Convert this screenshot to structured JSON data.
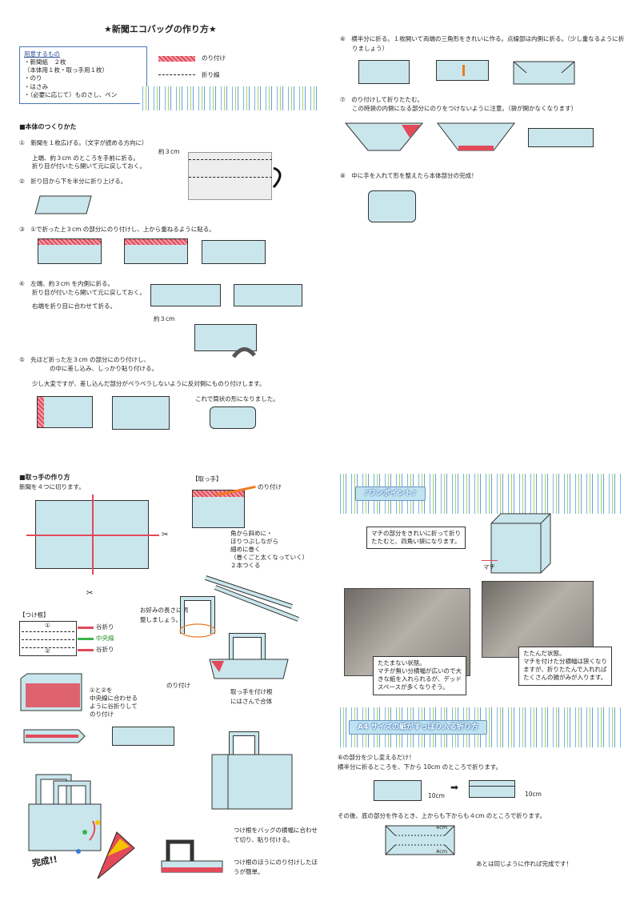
{
  "page_title": "★新聞エコバッグの作り方★",
  "supplies": {
    "heading": "用意するもの",
    "items": [
      "・新聞紙　２枚",
      "（本体用１枚・取っ手用１枚）",
      "・のり",
      "・はさみ",
      "・（必要に応じて）ものさし、ペン"
    ]
  },
  "legend": {
    "glue": "のり付け",
    "fold": "折り線"
  },
  "body_section": {
    "heading": "■本体のつくりかた",
    "step1": "①　新聞を１枚広げる。（文字が読める方向に）",
    "step1_sub1": "上端、約３cm のところを手前に折る。",
    "step1_sub2": "折り目が付いたら開いて元に戻しておく。",
    "about3cm": "約３cm",
    "step2": "②　折り目から下を半分に折り上げる。",
    "step3": "③　①で折った上３cm の部分にのり付けし、上から重ねるように貼る。",
    "step4": "④　左端、約３cm を内側に折る。",
    "step4_sub1": "折り目が付いたら開いて元に戻しておく。",
    "step4_sub2": "右端を折り目に合わせて折る。",
    "about3cm_b": "約３cm",
    "step5": "⑤　先ほど折った左３cm の部分にのり付けし、",
    "step5_sub1": "の中に差し込み、しっかり貼り付ける。",
    "step5_sub2": "少し大変ですが、差し込んだ部分がペラペラしないように反対側にものり付けします。",
    "step5_done": "これで筒状の形になりました。"
  },
  "right_top": {
    "step6": "⑥　横半分に折る。１枚開いて両端の三角形をきれいに作る。点線部は内側に折る。（少し重なるように折",
    "step6_b": "りましょう）",
    "step7": "⑦　のり付けして折りたたむ。",
    "step7_b": "この時袋の内側になる部分にのりをつけないように注意。（袋が開かなくなります）",
    "step8": "⑧　中に手を入れて形を整えたら本体部分の完成！"
  },
  "handle_section": {
    "heading": "■取っ手の作り方",
    "sub": "新聞を４つに切ります。",
    "handle_label": "【取っ手】",
    "glue": "のり付け",
    "roll_note": [
      "角から斜めに・",
      "ほりつぶしながら",
      "細めに巻く",
      "（巻くごと太くなっていく）",
      "２本つくる"
    ],
    "length_note": [
      "お好みの長さに調",
      "整しましょう。"
    ],
    "base_label": "【つけ根】",
    "tani1": "谷折り",
    "center": "中央線",
    "tani2": "谷折り",
    "c1": "①",
    "c2": "②",
    "fold_note": [
      "①と②を",
      "中央線に合わせる",
      "ように谷折りして",
      "のり付け"
    ],
    "glue2": "のり付け",
    "combine": [
      "取っ手を付け根",
      "にはさんで合体"
    ],
    "cut_note": [
      "つけ根をバッグの横幅に合わせ",
      "て切り、貼り付ける。"
    ],
    "easy_note": [
      "つけ根のほうにのり付けしたほ",
      "うが簡単。"
    ],
    "done": "完成!!"
  },
  "one_point": {
    "banner": "♪ワンポイント♪",
    "desc": [
      "マチの部分をきれいに折って折り",
      "たたむと、四角い袋になります。"
    ],
    "machi": "マチ",
    "photo1_note": [
      "たたまない状態。",
      "マチが無い分横幅が広いので大",
      "きな紙を入れられるが、デッド",
      "スペースが多くなりそう。"
    ],
    "photo2_note": [
      "たたんだ状態。",
      "マチを付けた分横幅は狭くなり",
      "ますが、折りたたんで入れれば",
      "たくさんの雑がみが入ります。"
    ]
  },
  "a4": {
    "banner": "A4 サイズの紙がすっぽり入る折り方",
    "line1": "⑥の部分を少し変えるだけ！",
    "line2": "横半分に折るところを、下から 10cm のところで折ります。",
    "m10a": "10cm",
    "m10b": "10cm",
    "line3": "その後、底の部分を作るとき、上からも下からも４cm のところで折ります。",
    "m4a": "4cm",
    "m4b": "4cm",
    "end": "あとは同じように作れば完成です！"
  },
  "colors": {
    "glue": "#e24a5a",
    "paper": "#c9e6ec",
    "frame": "#4a76b8",
    "arrow": "#ee7a22"
  }
}
